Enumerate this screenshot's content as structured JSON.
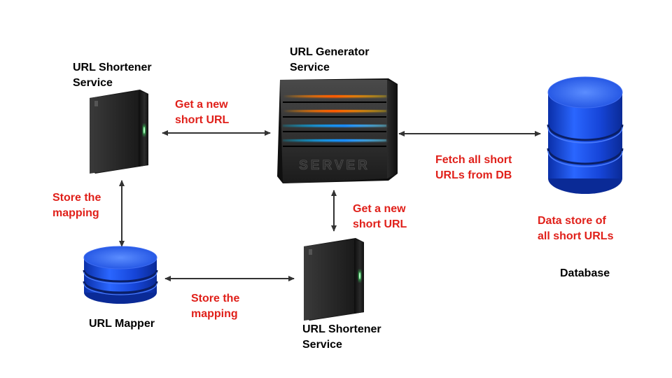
{
  "nodes": {
    "shortener_top": {
      "line1": "URL Shortener",
      "line2": "Service"
    },
    "generator": {
      "line1": "URL Generator",
      "line2": "Service",
      "server_text": "SERVER"
    },
    "database": {
      "label": "Database",
      "desc1": "Data store of",
      "desc2": "all short URLs"
    },
    "mapper": {
      "label": "URL Mapper"
    },
    "shortener_bottom": {
      "line1": "URL Shortener",
      "line2": "Service"
    }
  },
  "edges": {
    "top_to_generator": {
      "line1": "Get a new",
      "line2": "short URL"
    },
    "generator_to_db": {
      "line1": "Fetch all short",
      "line2": "URLs from DB"
    },
    "top_to_mapper": {
      "line1": "Store the",
      "line2": "mapping"
    },
    "mapper_to_bottom": {
      "line1": "Store the",
      "line2": "mapping"
    },
    "bottom_to_generator": {
      "line1": "Get a new",
      "line2": "short URL"
    }
  },
  "colors": {
    "edge_label": "#e0201a",
    "db_blue": "#1d4fe0",
    "server_body": "#1c1c1c"
  }
}
